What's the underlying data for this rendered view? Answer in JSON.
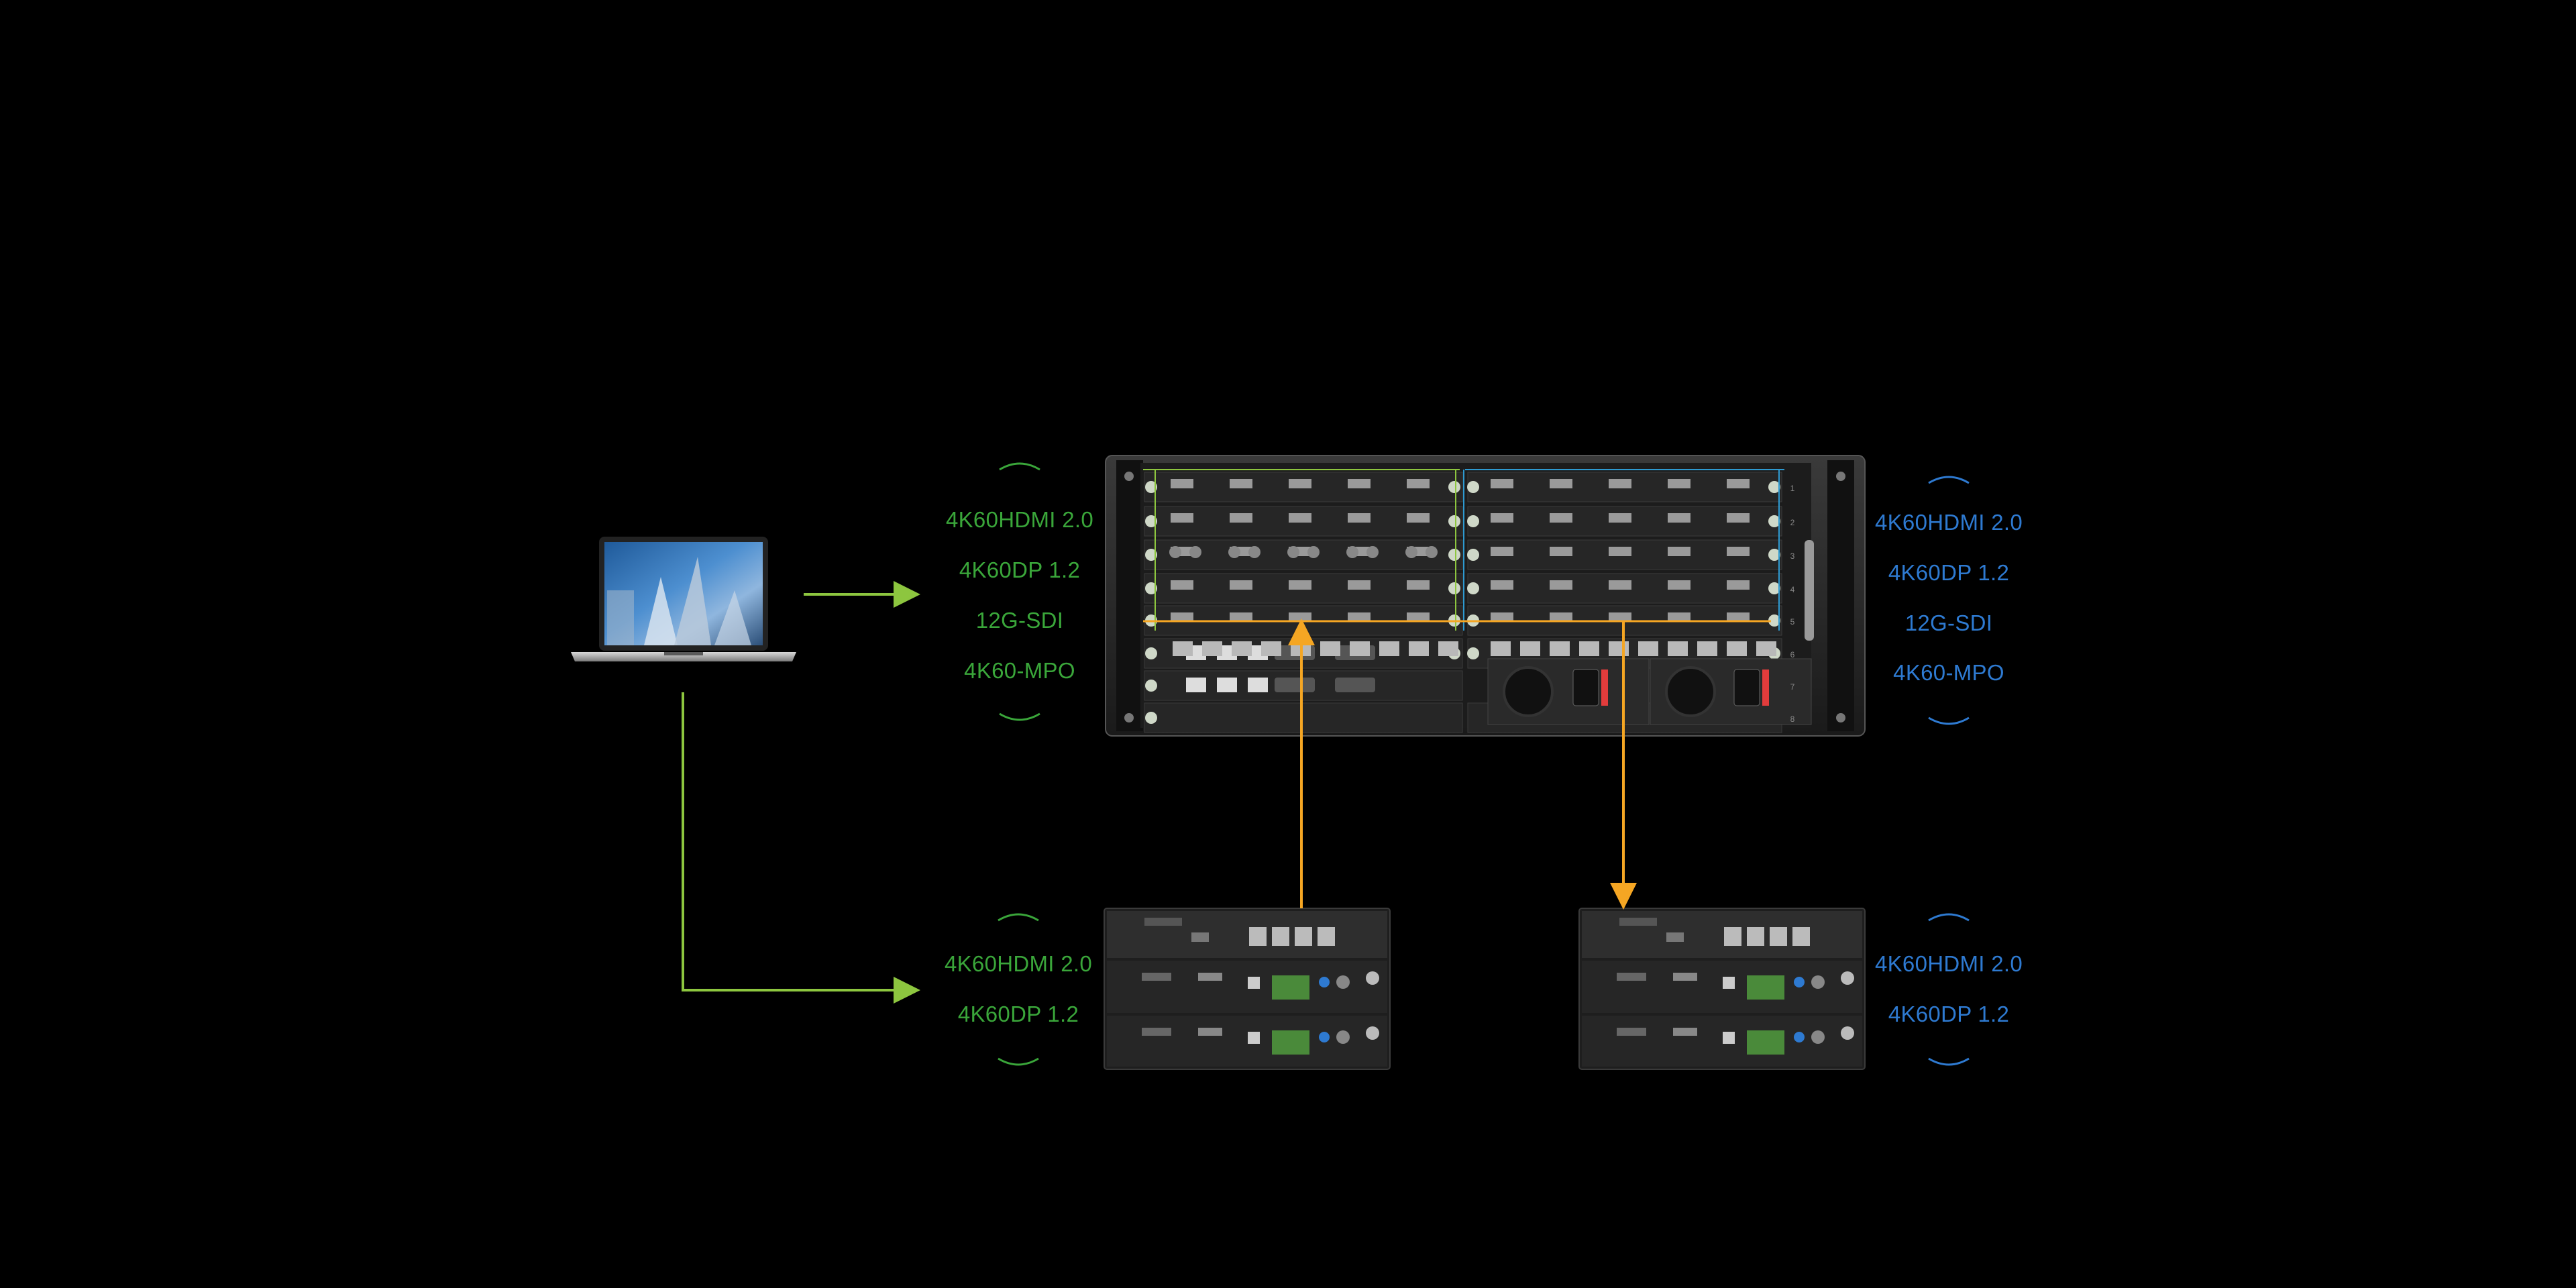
{
  "colors": {
    "background": "#000000",
    "input_accent": "#3aa63a",
    "output_accent": "#2e7ad1",
    "control_line": "#8dc63f",
    "signal_line": "#f5a623"
  },
  "main_input_labels": [
    "4K60HDMI 2.0",
    "4K60DP 1.2",
    "12G-SDI",
    "4K60-MPO"
  ],
  "main_output_labels": [
    "4K60HDMI 2.0",
    "4K60DP 1.2",
    "12G-SDI",
    "4K60-MPO"
  ],
  "sender_input_labels": [
    "4K60HDMI 2.0",
    "4K60DP 1.2"
  ],
  "receiver_output_labels": [
    "4K60HDMI 2.0",
    "4K60DP 1.2"
  ],
  "icons": [
    "laptop-icon",
    "chassis-icon",
    "sender-box-icon",
    "receiver-box-icon"
  ]
}
